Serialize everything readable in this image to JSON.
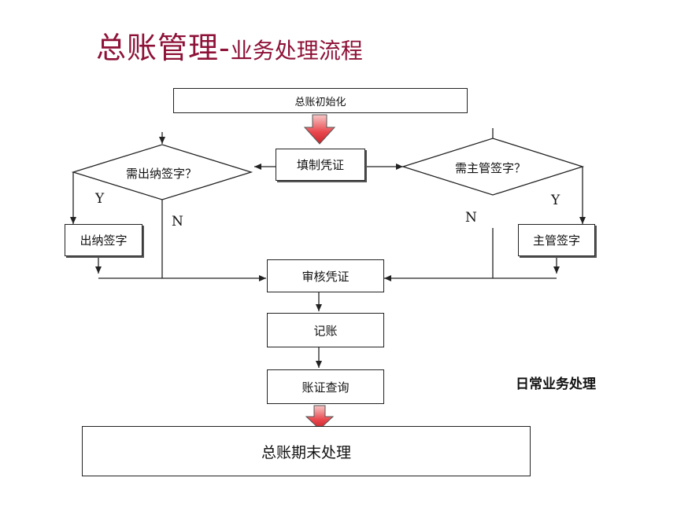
{
  "title": {
    "main": "总账管理-",
    "sub": "业务处理流程"
  },
  "flow": {
    "init": "总账初始化",
    "fill_voucher": "填制凭证",
    "need_cashier_sign": "需出纳签字？",
    "need_supervisor_sign": "需主管签字？",
    "cashier_sign": "出纳签字",
    "supervisor_sign": "主管签字",
    "audit_voucher": "审核凭证",
    "post_ledger": "记账",
    "query": "账证查询",
    "period_end": "总账期末处理"
  },
  "labels": {
    "yes_left": "Y",
    "no_left": "N",
    "yes_right": "Y",
    "no_right": "N"
  },
  "caption": "日常业务处理",
  "colors": {
    "title": "#8e1238",
    "arrow_fill": "#e8474d",
    "line": "#222222"
  }
}
